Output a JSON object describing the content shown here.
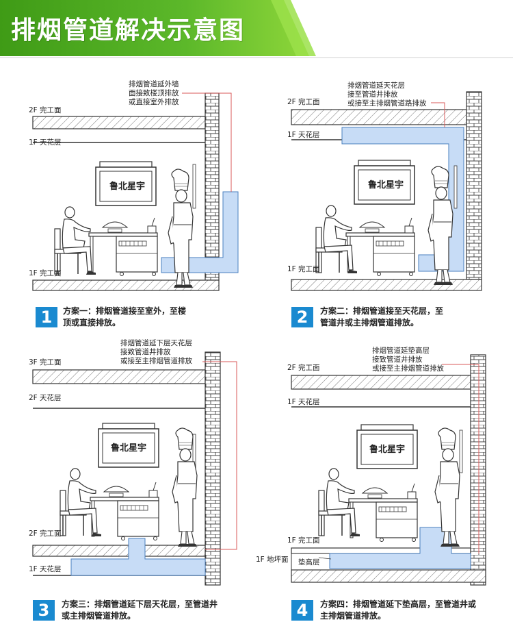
{
  "title": "排烟管道解决示意图",
  "colors": {
    "banner_dark": "#3a9a1a",
    "banner_light": "#8ed63a",
    "duct": "#c7dcf6",
    "duct_stroke": "#4a7fbf",
    "leader": "#d85a5a",
    "number_box": "#1a8ad0"
  },
  "brand_sign": "鲁北星宇",
  "panels": [
    {
      "number": "1",
      "annotation": [
        "排烟管道延外墙",
        "面接致楼顶排放",
        "或直接室外排放"
      ],
      "labels": {
        "top_slab": "2F 完工面",
        "ceiling": "1F 天花层",
        "floor": "1F  完工面"
      },
      "caption": [
        "方案一：排烟管道接至室外，至楼",
        "顶或直接排放。"
      ]
    },
    {
      "number": "2",
      "annotation": [
        "排烟管道延天花层",
        "接至管道井排放",
        "或接至主排烟管道路排放"
      ],
      "labels": {
        "top_slab": "2F 完工面",
        "ceiling": "1F 天花层",
        "floor": "1F 完工面"
      },
      "caption": [
        "方案二：排烟管道接至天花层，至",
        "管道井或主排烟管道排放。"
      ]
    },
    {
      "number": "3",
      "annotation": [
        "排烟管道延下层天花层",
        "接致管道井排放",
        "或接至主排烟管道排放"
      ],
      "labels": {
        "top_slab": "3F 完工面",
        "ceiling": "2F 天花层",
        "floor": "2F 完工面",
        "lower_ceiling": "1F 天花层"
      },
      "caption": [
        "方案三：排烟管道延下层天花层，至管道井",
        "或主排烟管道排放。"
      ]
    },
    {
      "number": "4",
      "annotation": [
        "排烟管道延垫高层",
        "接致管道井排放",
        "或接至主排烟管道排放"
      ],
      "labels": {
        "top_slab": "2F 完工面",
        "ceiling": "1F 天花层",
        "floor": "1F 完工面",
        "base_floor": "1F 地坪面",
        "raised_layer": "垫高层"
      },
      "caption": [
        "方案四：排烟管道延下垫高层，至管道井或",
        "主排烟管道排放。"
      ]
    }
  ]
}
